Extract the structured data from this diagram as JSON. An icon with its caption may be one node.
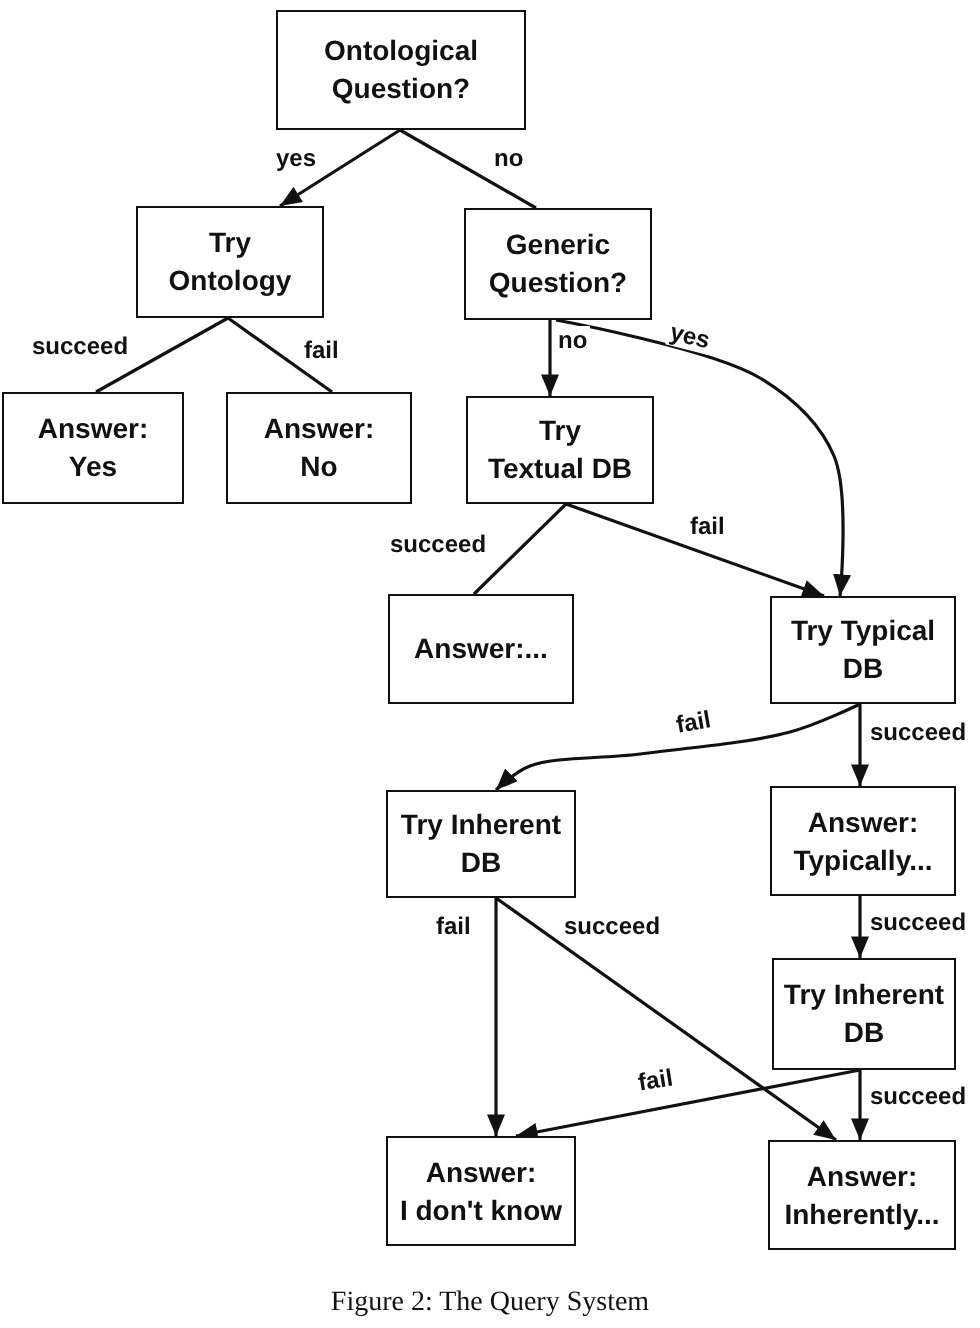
{
  "diagram": {
    "caption": "Figure 2: The Query System",
    "nodes": [
      {
        "text": [
          "Ontological Question?"
        ]
      },
      {
        "text": [
          "Try Ontology"
        ]
      },
      {
        "text": [
          "Generic Question?"
        ]
      },
      {
        "text": [
          "Answer: Yes"
        ]
      },
      {
        "text": [
          "Answer: No"
        ]
      },
      {
        "text": [
          "Try Textual DB"
        ]
      },
      {
        "text": [
          "Answer:..."
        ]
      },
      {
        "text": [
          "Try Typical DB"
        ]
      },
      {
        "text": [
          "Try Inherent DB"
        ]
      },
      {
        "text": [
          "Answer: Typically..."
        ]
      },
      {
        "text": [
          "Try Inherent DB"
        ]
      },
      {
        "text": [
          "Answer: I don't know"
        ]
      },
      {
        "text": [
          "Answer: Inherently..."
        ]
      }
    ],
    "edges": [
      {
        "from": 0,
        "to": 1,
        "arrow": "to",
        "label": "yes"
      },
      {
        "from": 0,
        "to": 2,
        "arrow": "none",
        "label": "no"
      },
      {
        "from": 1,
        "to": 3,
        "arrow": "none",
        "label": "succeed"
      },
      {
        "from": 1,
        "to": 4,
        "arrow": "none",
        "label": "fail"
      },
      {
        "from": 2,
        "to": 5,
        "arrow": "to",
        "label": "no"
      },
      {
        "from": 2,
        "to": 7,
        "arrow": "to",
        "label": "yes"
      },
      {
        "from": 5,
        "to": 6,
        "arrow": "none",
        "label": "succeed"
      },
      {
        "from": 5,
        "to": 7,
        "arrow": "to",
        "label": "fail"
      },
      {
        "from": 7,
        "to": 8,
        "arrow": "to",
        "label": "fail"
      },
      {
        "from": 7,
        "to": 9,
        "arrow": "to",
        "label": "succeed"
      },
      {
        "from": 9,
        "to": 10,
        "arrow": "to",
        "label": "succeed"
      },
      {
        "from": 8,
        "to": 11,
        "arrow": "to",
        "label": "fail"
      },
      {
        "from": 8,
        "to": 12,
        "arrow": "to",
        "label": "succeed"
      },
      {
        "from": 10,
        "to": 11,
        "arrow": "to",
        "label": "fail"
      },
      {
        "from": 10,
        "to": 12,
        "arrow": "to",
        "label": "succeed"
      }
    ]
  }
}
